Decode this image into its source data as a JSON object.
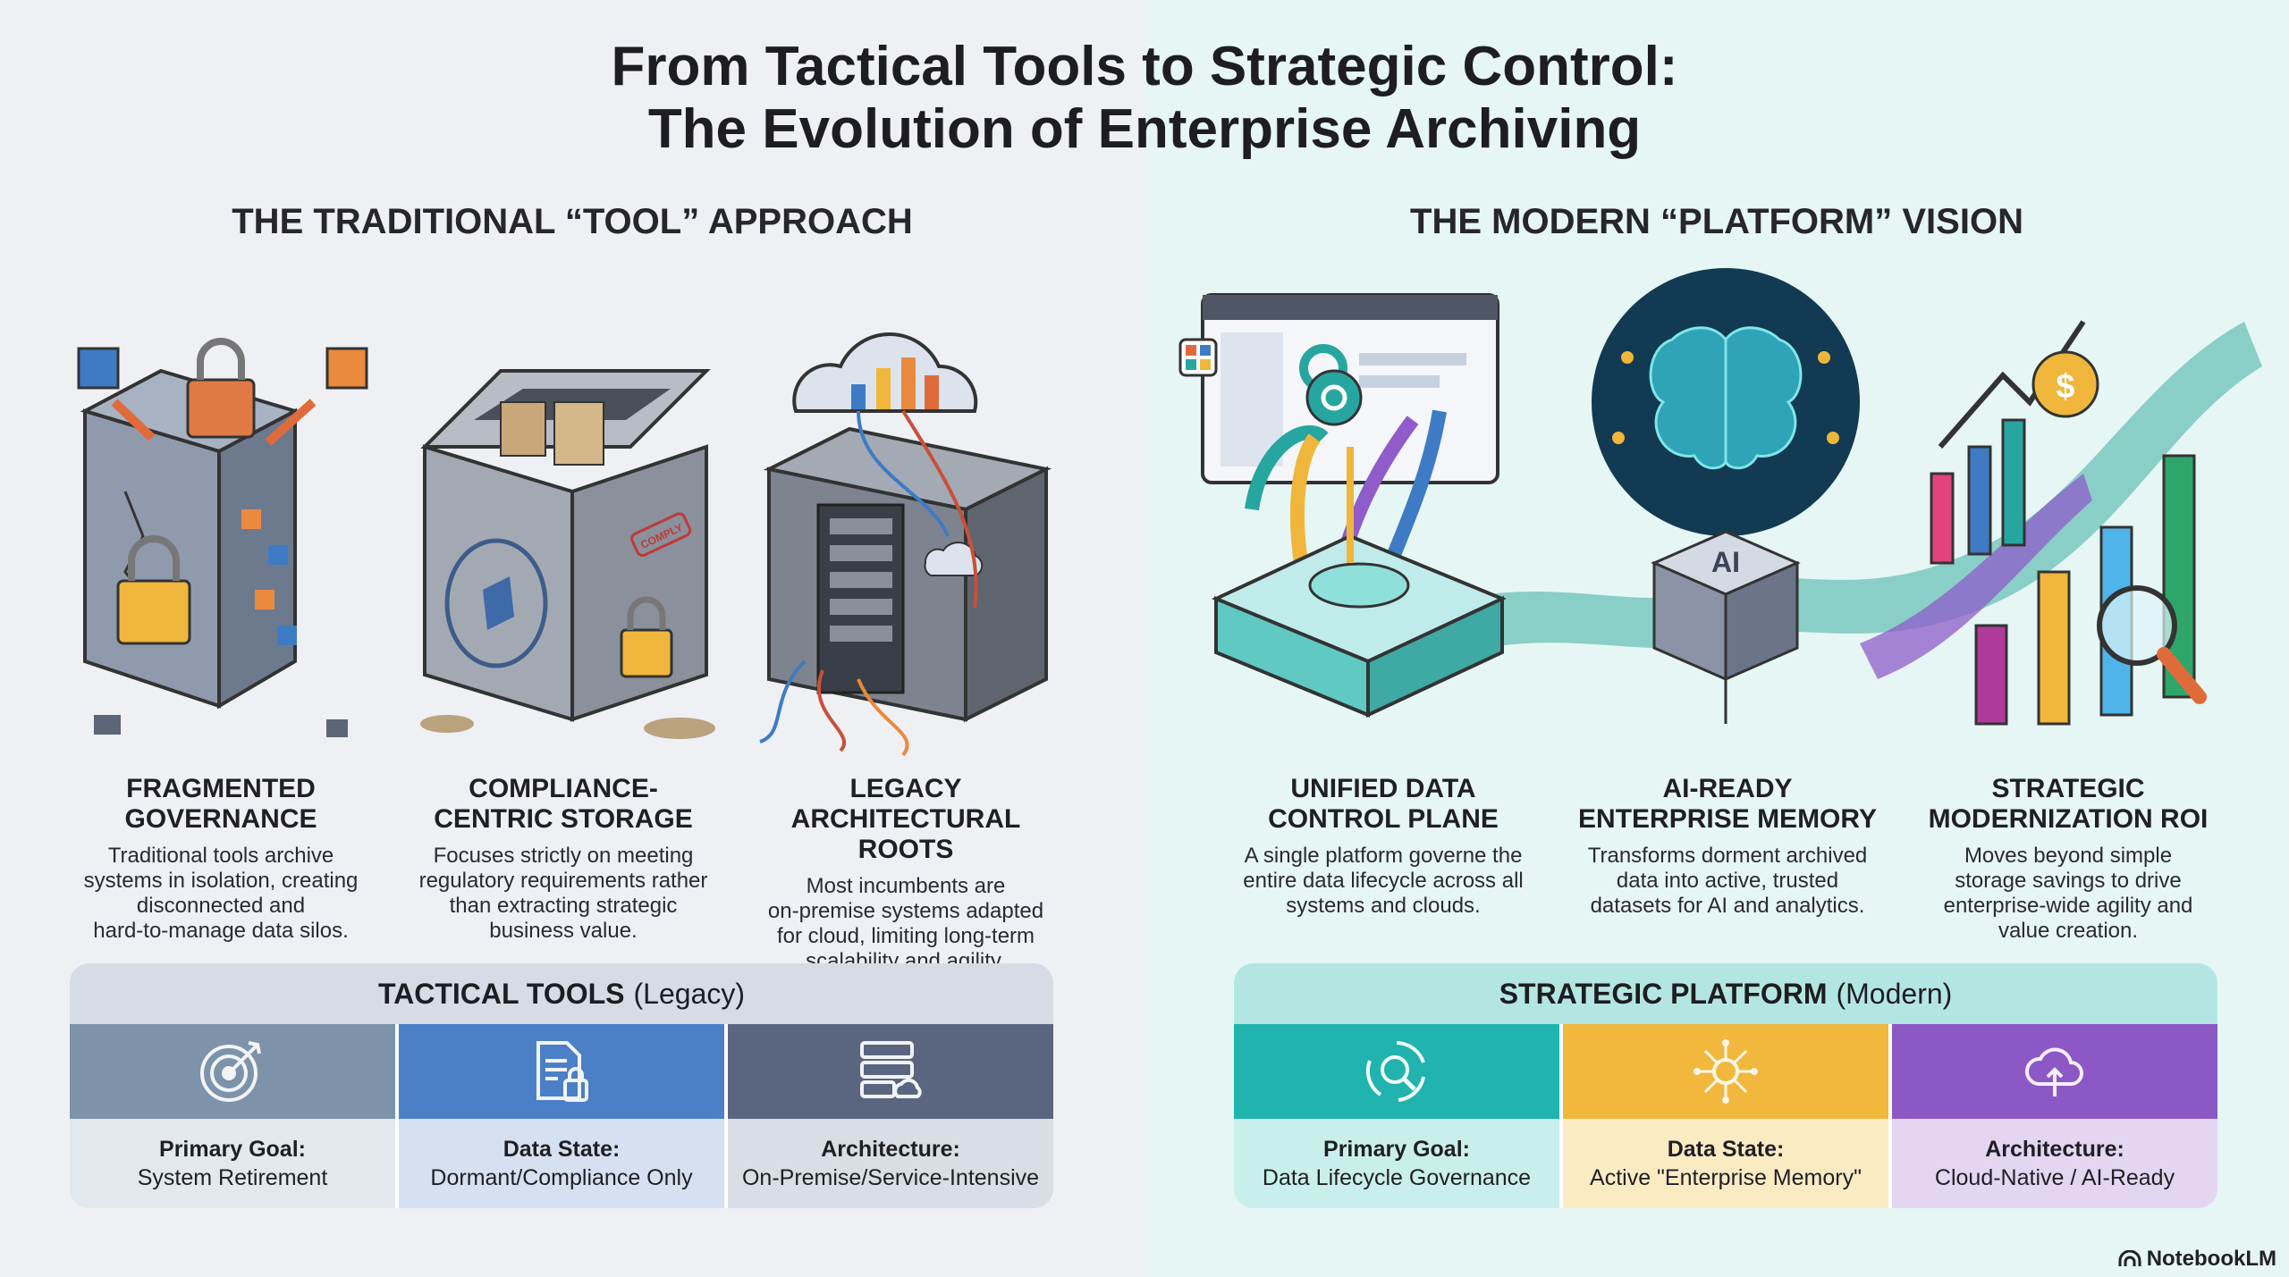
{
  "title": {
    "line1": "From Tactical Tools to Strategic Control:",
    "line2": "The Evolution of Enterprise Archiving"
  },
  "left": {
    "heading": "THE TRADITIONAL “TOOL” APPROACH",
    "columns": [
      {
        "title1": "FRAGMENTED",
        "title2": "GOVERNANCE",
        "text": [
          "Traditional tools archive",
          "systems in isolation, creating",
          "disconnected and",
          "hard-to-manage data silos."
        ]
      },
      {
        "title1": "COMPLIANCE-",
        "title2": "CENTRIC STORAGE",
        "text": [
          "Focuses strictly on meeting",
          "regulatory requirements rather",
          "than extracting strategic",
          "business value."
        ]
      },
      {
        "title1": "LEGACY",
        "title2": "ARCHITECTURAL ROOTS",
        "text": [
          "Most incumbents are",
          "on-premise systems adapted",
          "for cloud, limiting long-term",
          "scalability and agility."
        ]
      }
    ],
    "panel": {
      "title_bold": "TACTICAL TOOLS",
      "title_rest": "(Legacy)",
      "cells": [
        {
          "icon": "target-icon",
          "key": "Primary Goal:",
          "value": "System Retirement"
        },
        {
          "icon": "document-lock-icon",
          "key": "Data State:",
          "value": "Dormant/Compliance Only"
        },
        {
          "icon": "server-cloud-icon",
          "key": "Architecture:",
          "value": "On-Premise/Service-Intensive"
        }
      ]
    }
  },
  "right": {
    "heading": "THE MODERN “PLATFORM” VISION",
    "columns": [
      {
        "title1": "UNIFIED DATA",
        "title2": "CONTROL PLANE",
        "text": [
          "A single platform governe the",
          "entire data lifecycle across all",
          "systems and clouds."
        ]
      },
      {
        "title1": "AI-READY",
        "title2": "ENTERPRISE MEMORY",
        "text": [
          "Transforms dorment archived",
          "data into active, trusted",
          "datasets for AI and analytics."
        ]
      },
      {
        "title1": "STRATEGIC",
        "title2": "MODERNIZATION ROI",
        "text": [
          "Moves beyond simple",
          "storage savings to drive",
          "enterprise-wide agility and",
          "value creation."
        ]
      }
    ],
    "panel": {
      "title_bold": "STRATEGIC PLATFORM",
      "title_rest": "(Modern)",
      "cells": [
        {
          "icon": "lifecycle-search-icon",
          "key": "Primary Goal:",
          "value": "Data Lifecycle Governance"
        },
        {
          "icon": "ai-network-icon",
          "key": "Data State:",
          "value": "Active \"Enterprise Memory\""
        },
        {
          "icon": "cloud-upload-icon",
          "key": "Architecture:",
          "value": "Cloud-Native / AI-Ready"
        }
      ]
    }
  },
  "illustration_labels": {
    "ai_chip": "AI",
    "dollar": "$",
    "stamp": "COMPLY"
  },
  "brand": "NotebookLM"
}
